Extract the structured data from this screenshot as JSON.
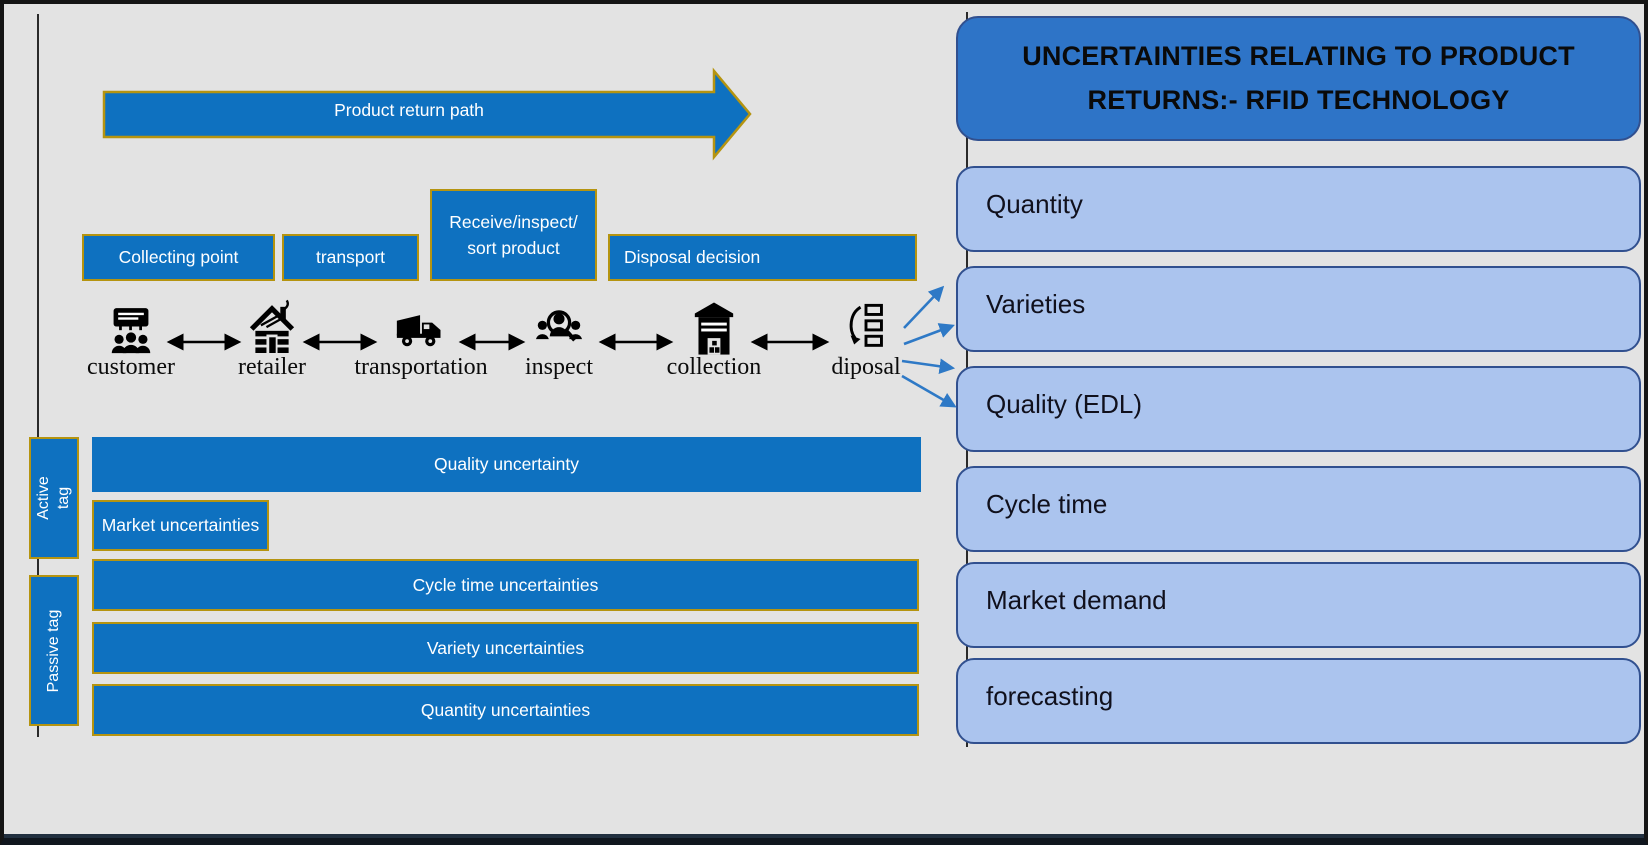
{
  "left": {
    "return_path_label": "Product return path",
    "boxes": {
      "collecting": "Collecting point",
      "transport": "transport",
      "receive_line1": "Receive/inspect/",
      "receive_line2": "sort product",
      "disposal_decision": "Disposal decision"
    },
    "chain": [
      {
        "icon": "customer-icon",
        "label": "customer"
      },
      {
        "icon": "retailer-icon",
        "label": "retailer"
      },
      {
        "icon": "transportation-icon",
        "label": "transportation"
      },
      {
        "icon": "inspect-icon",
        "label": "inspect"
      },
      {
        "icon": "collection-icon",
        "label": "collection"
      },
      {
        "icon": "diposal-icon",
        "label": "diposal"
      }
    ],
    "tags": {
      "active_line1": "Active",
      "active_line2": "tag",
      "passive": "Passive tag"
    },
    "bars": [
      "Quality uncertainty",
      "Market uncertainties",
      "Cycle time uncertainties",
      "Variety uncertainties",
      "Quantity uncertainties"
    ]
  },
  "right": {
    "title_line1": "UNCERTAINTIES RELATING TO PRODUCT",
    "title_line2": "RETURNS:- RFID TECHNOLOGY",
    "items": [
      "Quantity",
      "Varieties",
      "Quality (EDL)",
      "Cycle time",
      "Market demand",
      "forecasting"
    ]
  },
  "colors": {
    "primary_blue": "#0E71C0",
    "gold_border": "#B59410",
    "header_blue": "#2E74C7",
    "light_blue": "#ABC4EE",
    "navy_border": "#31508F",
    "arrow_blue": "#2E79C6",
    "background_gray": "#E3E3E3"
  }
}
